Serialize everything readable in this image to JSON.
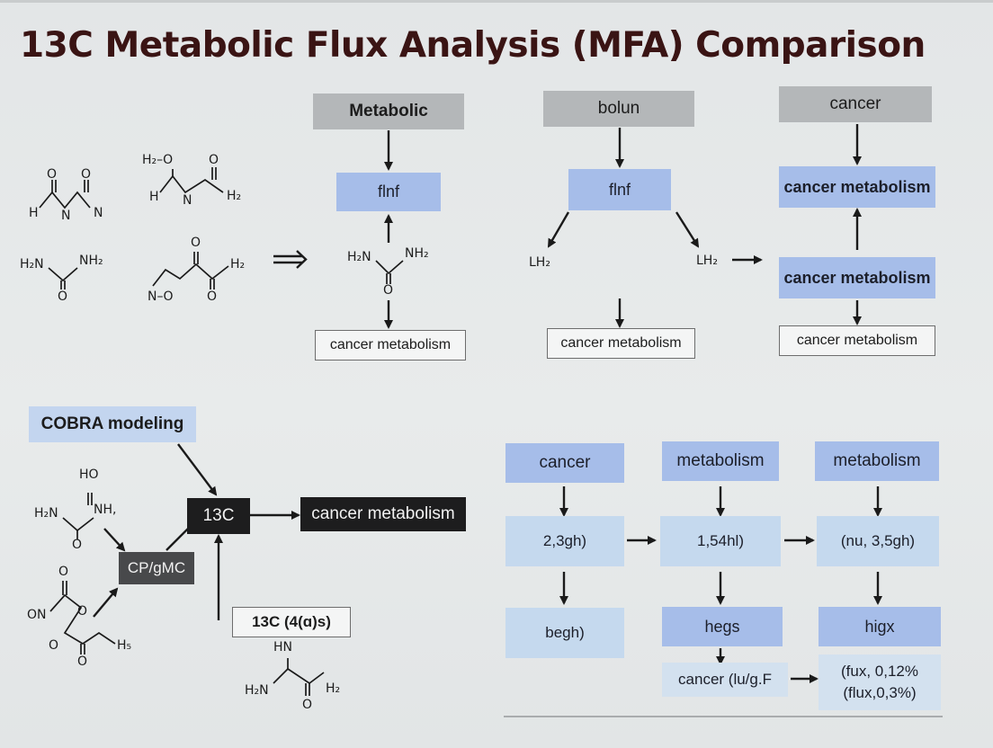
{
  "title": "13C Metabolic Flux Analysis (MFA) Comparison",
  "panel1": {
    "header": "Metabolic",
    "node": "flnf",
    "chem": {
      "left": "H₂N",
      "right": "NH₂",
      "bottom": "O"
    },
    "output": "cancer metabolism"
  },
  "panel2": {
    "header": "bolun",
    "node": "flnf",
    "left_label": "LH₂",
    "right_label": "LH₂",
    "output": "cancer metabolism"
  },
  "panel3": {
    "header": "cancer",
    "node_a": "cancer metabolism",
    "node_b": "cancer metabolism",
    "output": "cancer metabolism"
  },
  "molecules": {
    "m1": {
      "o1": "O",
      "o2": "O",
      "h": "H",
      "n1": "N",
      "n2": "N"
    },
    "m2": {
      "top": "H₂–O",
      "o": "O",
      "h": "H",
      "n": "N",
      "h2": "H₂"
    },
    "m3": {
      "left": "H₂N",
      "right": "NH₂",
      "o": "O"
    },
    "m4": {
      "o1": "O",
      "h2": "H₂",
      "no": "N–O",
      "o2": "O"
    }
  },
  "cobra": {
    "label": "COBRA modeling",
    "center": "13C",
    "output": "cancer metabolism",
    "cp": "CP/gMC",
    "iso": "13C (4(ɑ)s)",
    "chem_top": {
      "ho": "HO",
      "h2n": "H₂N",
      "nh": "NH,",
      "o": "O"
    },
    "chem_left": {
      "o": "O",
      "on": "ON",
      "o2": "O",
      "h5": "H₅",
      "o3": "O",
      "o4": "O"
    },
    "chem_bottom": {
      "hn": "HN",
      "h2n": "H₂N",
      "h2": "H₂",
      "o": "O"
    }
  },
  "grid": {
    "headers": [
      "cancer",
      "metabolism",
      "metabolism"
    ],
    "row1": [
      "2,3gh)",
      "1,54hl)",
      "(nu, 3,5gh)"
    ],
    "row2": [
      "begh)",
      "hegs",
      "higx"
    ],
    "sub_left": "cancer (lu/g.F",
    "sub_right_1": "(fux, 0,12%",
    "sub_right_2": "(flux,0,3%)"
  }
}
